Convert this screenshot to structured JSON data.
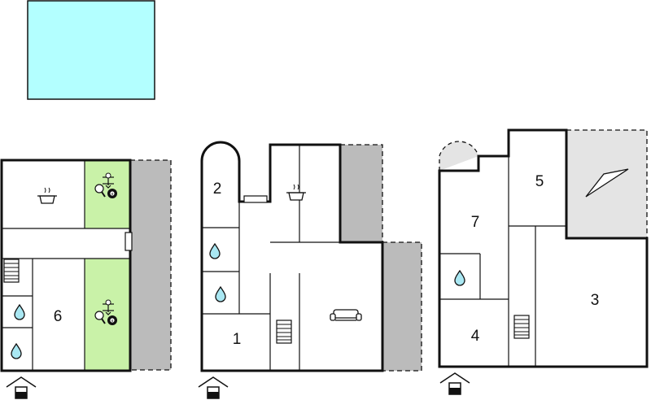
{
  "colors": {
    "pool": "#b3ffff",
    "wall": "#111111",
    "terrace": "#bbbbbb",
    "game_room": "#c9f2a8",
    "roof_terrace": "#e4e4e4"
  },
  "icons": [
    "pool-area",
    "pot-icon",
    "table-tennis-icon",
    "billiard-ball-icon",
    "water-drop-icon",
    "stairs-icon",
    "sofa-icon",
    "window-icon",
    "compass-north-icon",
    "entrance-icon"
  ],
  "floors": [
    {
      "rooms": [
        {
          "label": "6"
        }
      ]
    },
    {
      "rooms": [
        {
          "label": "2"
        },
        {
          "label": "1"
        }
      ]
    },
    {
      "rooms": [
        {
          "label": "7"
        },
        {
          "label": "5"
        },
        {
          "label": "3"
        },
        {
          "label": "4"
        }
      ]
    }
  ]
}
